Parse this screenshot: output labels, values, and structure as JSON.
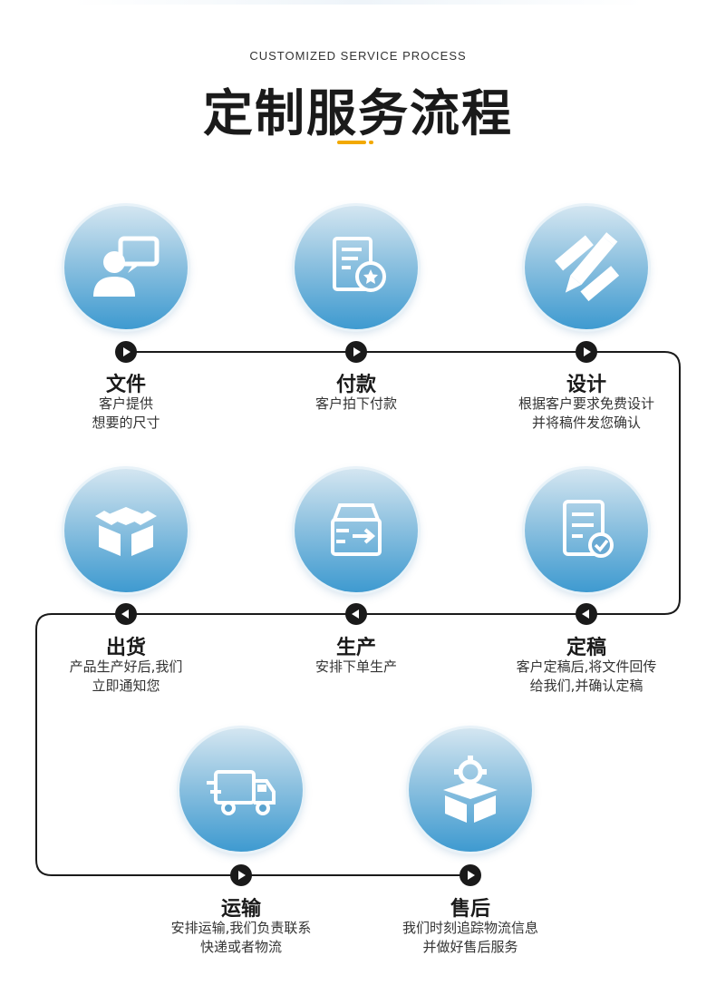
{
  "header": {
    "subtitle": "CUSTOMIZED SERVICE PROCESS",
    "title": "定制服务流程",
    "accent_color": "#f2a900"
  },
  "colors": {
    "circle_gradient": [
      "#d4e6f1",
      "#8fc2e0",
      "#3e9ad0"
    ],
    "path_line": "#1a1a1a"
  },
  "steps": [
    {
      "title": "文件",
      "desc_line1": "客户提供",
      "desc_line2": "想要的尺寸",
      "icon": "customer-chat-icon"
    },
    {
      "title": "付款",
      "desc_line1": "客户拍下付款",
      "desc_line2": "",
      "icon": "payment-document-icon"
    },
    {
      "title": "设计",
      "desc_line1": "根据客户要求免费设计",
      "desc_line2": "并将稿件发您确认",
      "icon": "pencil-ruler-icon"
    },
    {
      "title": "定稿",
      "desc_line1": "客户定稿后,将文件回传",
      "desc_line2": "给我们,并确认定稿",
      "icon": "approved-document-icon"
    },
    {
      "title": "生产",
      "desc_line1": "安排下单生产",
      "desc_line2": "",
      "icon": "production-box-icon"
    },
    {
      "title": "出货",
      "desc_line1": "产品生产好后,我们",
      "desc_line2": "立即通知您",
      "icon": "open-box-icon"
    },
    {
      "title": "运输",
      "desc_line1": "安排运输,我们负责联系",
      "desc_line2": "快递或者物流",
      "icon": "delivery-truck-icon"
    },
    {
      "title": "售后",
      "desc_line1": "我们时刻追踪物流信息",
      "desc_line2": "并做好售后服务",
      "icon": "after-sales-box-icon"
    }
  ]
}
